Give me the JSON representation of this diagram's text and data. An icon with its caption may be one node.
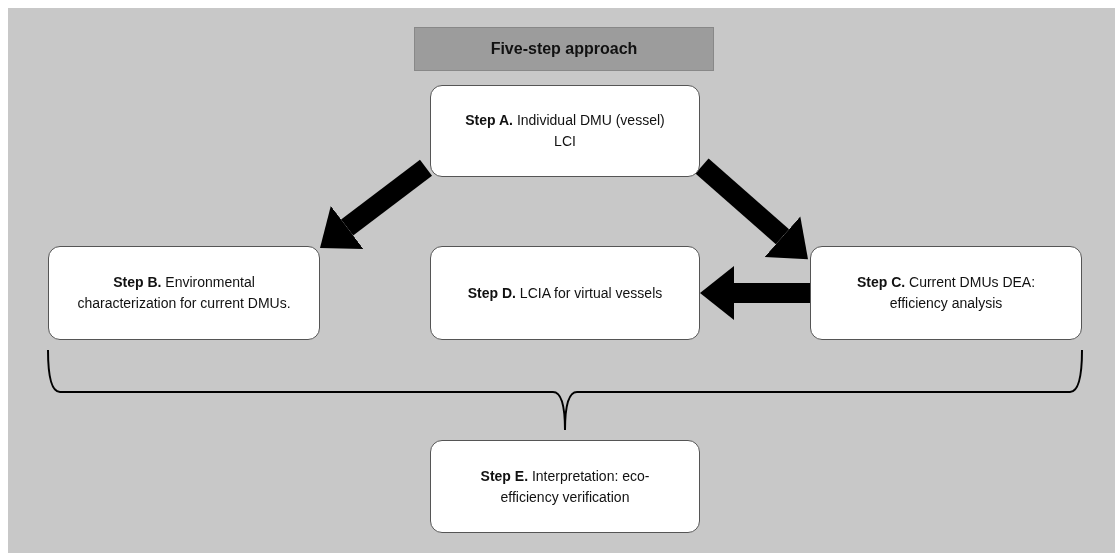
{
  "diagram": {
    "title": "Five-step approach",
    "nodes": [
      {
        "text": [
          "**Step A.** Individual DMU (vessel) LCI"
        ]
      },
      {
        "text": [
          "**Step B.** Environmental characterization for current DMUs."
        ]
      },
      {
        "text": [
          "**Step D.** LCIA for virtual vessels"
        ]
      },
      {
        "text": [
          "**Step C.** Current DMUs DEA: efficiency analysis"
        ]
      },
      {
        "text": [
          "**Step E.** Interpretation: eco-efficiency verification"
        ]
      }
    ],
    "edges": [
      {
        "from": 0,
        "to": 1,
        "arrow": "to"
      },
      {
        "from": 0,
        "to": 3,
        "arrow": "to"
      },
      {
        "from": 3,
        "to": 2,
        "arrow": "to"
      }
    ]
  }
}
